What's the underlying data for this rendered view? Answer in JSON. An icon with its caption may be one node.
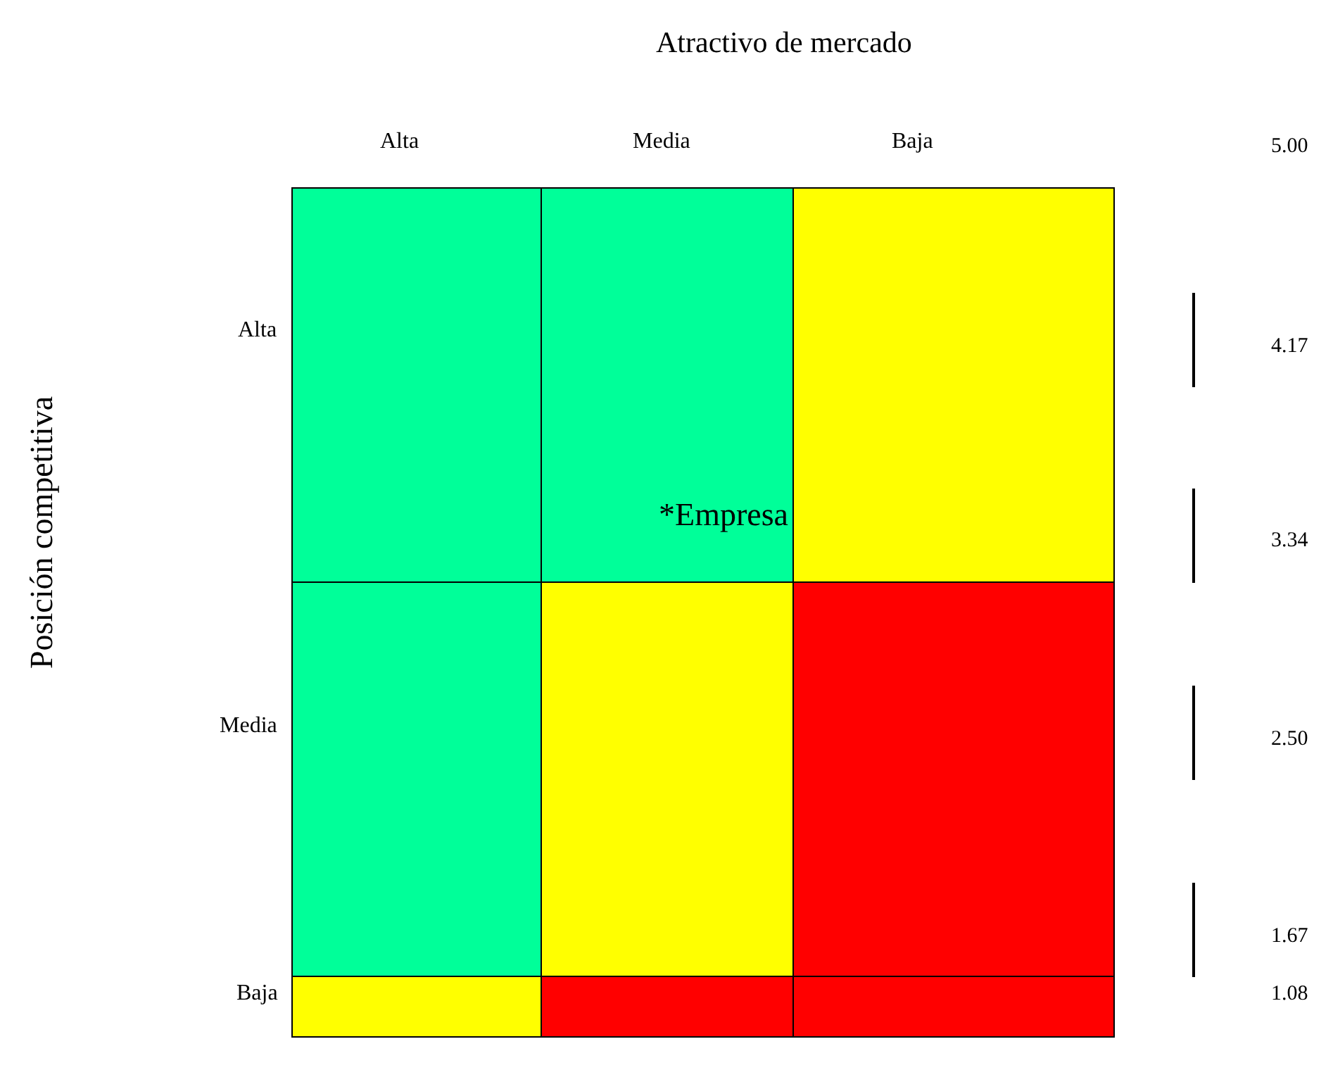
{
  "diagram": {
    "title": "Atractivo de mercado",
    "nodes": [
      {
        "text": [],
        "shape": "box"
      },
      {
        "text": [
          "*Empresa"
        ]
      },
      {
        "text": [],
        "shape": "box"
      },
      {
        "text": [],
        "shape": "box"
      },
      {
        "text": [],
        "shape": "box"
      },
      {
        "text": [],
        "shape": "box"
      },
      {
        "text": [],
        "shape": "box"
      },
      {
        "text": [],
        "shape": "box"
      },
      {
        "text": [],
        "shape": "box"
      }
    ],
    "edges": [],
    "labels": [
      "Alta",
      "Media",
      "Baja",
      "5.00",
      "Posición competitiva",
      "Alta",
      "4.17",
      "3.34",
      "Media",
      "2.50",
      "1.67",
      "Baja",
      "1.08"
    ]
  }
}
